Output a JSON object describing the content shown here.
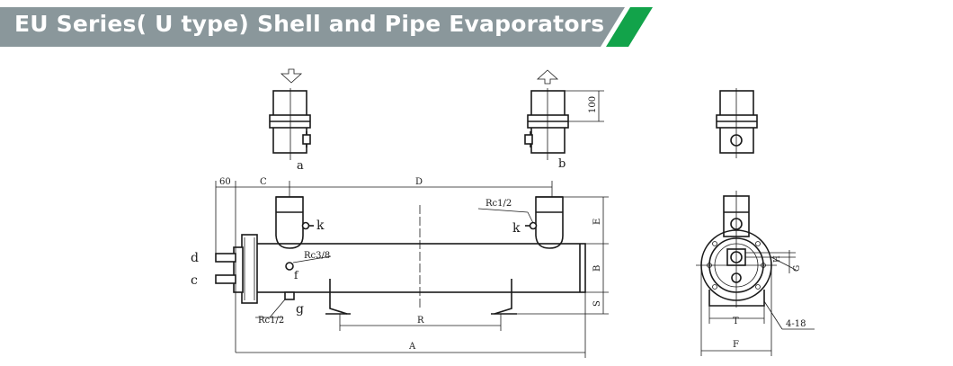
{
  "header": {
    "title": "EU Series( U type) Shell and Pipe Evaporators",
    "banner_color": "#8a979b",
    "accent_color": "#12a34a"
  },
  "drawing": {
    "view_labels": {
      "a": "a",
      "b": "b"
    },
    "connection_labels": {
      "k_left": "k",
      "k_right": "k",
      "d": "d",
      "c": "c",
      "g": "g",
      "f": "f"
    },
    "thread_labels": {
      "rc_half_top": "Rc1/2",
      "rc_3_8": "Rc3/8",
      "rc_half_bottom": "Rc1/2"
    },
    "dimension_labels": {
      "sixty": "60",
      "C": "C",
      "D": "D",
      "E": "E",
      "B": "B",
      "S": "S",
      "R": "R",
      "A": "A",
      "T": "T",
      "F": "F",
      "H": "H",
      "G": "G",
      "hundred": "100",
      "bolt_holes": "4-18"
    }
  }
}
